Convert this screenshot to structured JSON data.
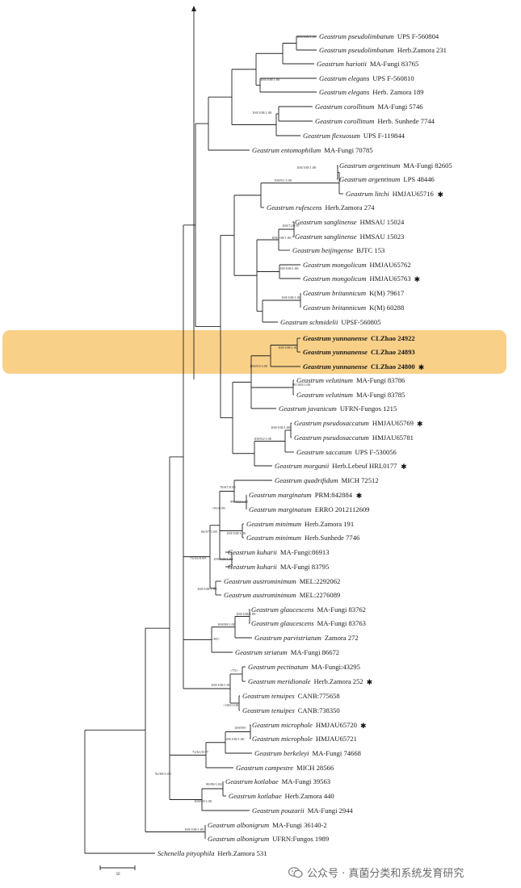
{
  "title": "",
  "scale_bar_label": "50",
  "watermark": {
    "text": "公众号 · 真菌分类和系统发育研究",
    "icon": "wechat-icon"
  },
  "highlight_color": "#f7c873",
  "taxa": [
    {
      "id": "t1",
      "species": "Geastrum pseudolimbatum",
      "voucher": "UPS F-560804"
    },
    {
      "id": "t2",
      "species": "Geastrum pseudolimbatum",
      "voucher": "Herb.Zamora 231"
    },
    {
      "id": "t3",
      "species": "Geastrum hariotii",
      "voucher": "MA-Fungi  83765"
    },
    {
      "id": "t4",
      "species": "Geastrum elegans",
      "voucher": "UPS F-560810"
    },
    {
      "id": "t5",
      "species": "Geastrum elegans",
      "voucher": "Herb. Zamora 189"
    },
    {
      "id": "t6",
      "species": "Geastrum corollinum",
      "voucher": "MA-Fungi 5746"
    },
    {
      "id": "t7",
      "species": "Geastrum corollinum",
      "voucher": "Herb. Sunhede 7744"
    },
    {
      "id": "t8",
      "species": "Geastrum flexuosum",
      "voucher": "UPS F-119844"
    },
    {
      "id": "t9",
      "species": "Geastrum entomophilum",
      "voucher": "MA-Fungi 70785"
    },
    {
      "id": "t10",
      "species": "Geastrum argentinum",
      "voucher": "MA-Fungi 82605"
    },
    {
      "id": "t11",
      "species": "Geastrum argentinum",
      "voucher": "LPS 48446"
    },
    {
      "id": "t12",
      "species": "Geastrum litchi",
      "voucher": "HMJAU65716",
      "star": true
    },
    {
      "id": "t13",
      "species": "Geastrum rufescens",
      "voucher": "Herb.Zamora 274"
    },
    {
      "id": "t14",
      "species": "Geastrum sanglinense",
      "voucher": "HMSAU 15024"
    },
    {
      "id": "t15",
      "species": "Geastrum sanglinense",
      "voucher": "HMSAU 15023"
    },
    {
      "id": "t16",
      "species": "Geastrum beijingense",
      "voucher": "BJTC 153"
    },
    {
      "id": "t17",
      "species": "Geastrum mongolicum",
      "voucher": "HMJAU65762"
    },
    {
      "id": "t18",
      "species": "Geastrum mongolicum",
      "voucher": "HMJAU65763",
      "star": true
    },
    {
      "id": "t19",
      "species": "Geastrum britannicum",
      "voucher": "K(M) 79617"
    },
    {
      "id": "t20",
      "species": "Geastrum britannicum",
      "voucher": "K(M) 60288"
    },
    {
      "id": "t21",
      "species": "Geastrum schmidelii",
      "voucher": "UPSF-560805"
    },
    {
      "id": "t22",
      "species": "Geastrum yunnanense",
      "voucher": "CLZhao 24922",
      "bold": true
    },
    {
      "id": "t23",
      "species": "Geastrum yunnanense",
      "voucher": "CLZhao 24893",
      "bold": true
    },
    {
      "id": "t24",
      "species": "Geastrum yunnanense",
      "voucher": "CLZhao 24800",
      "bold": true,
      "star": true
    },
    {
      "id": "t25",
      "species": "Geastrum velutinum",
      "voucher": "MA-Fungi 83786"
    },
    {
      "id": "t26",
      "species": "Geastrum velutinum",
      "voucher": "MA-Fungi 83785"
    },
    {
      "id": "t27",
      "species": "Geastrum javanicum",
      "voucher": "UFRN-Fungos 1215"
    },
    {
      "id": "t28",
      "species": "Geastrum pseudosaccatum",
      "voucher": "HMJAU65769",
      "star": true
    },
    {
      "id": "t29",
      "species": "Geastrum pseudosaccatum",
      "voucher": "HMJAU65781"
    },
    {
      "id": "t30",
      "species": "Geastrum saccatum",
      "voucher": "UPS F-530056"
    },
    {
      "id": "t31",
      "species": "Geastrum morganii",
      "voucher": "Herb.Lebeuf HRL0177",
      "star": true
    },
    {
      "id": "t32",
      "species": "Geastrum quadrifidum",
      "voucher": "MICH 72512"
    },
    {
      "id": "t33",
      "species": "Geastrum marginatum",
      "voucher": "PRM:842884",
      "star": true
    },
    {
      "id": "t34",
      "species": "Geastrum marginatum",
      "voucher": "ERRO 2012112609"
    },
    {
      "id": "t35",
      "species": "Geastrum minimum",
      "voucher": "Herb.Zamora 191"
    },
    {
      "id": "t36",
      "species": "Geastrum minimum",
      "voucher": "Herb.Sunhede 7746"
    },
    {
      "id": "t37",
      "species": "Geastrum kuharii",
      "voucher": "MA-Fungi:86913"
    },
    {
      "id": "t38",
      "species": "Geastrum kuharii",
      "voucher": "MA-Fungi 83795"
    },
    {
      "id": "t39",
      "species": "Geastrum austrominimum",
      "voucher": "MEL:2292062"
    },
    {
      "id": "t40",
      "species": "Geastrum austrominimum",
      "voucher": "MEL:2276089"
    },
    {
      "id": "t41",
      "species": "Geastrum glaucescens",
      "voucher": "MA-Fungi 83762"
    },
    {
      "id": "t42",
      "species": "Geastrum glaucescens",
      "voucher": "MA-Fungi 83763"
    },
    {
      "id": "t43",
      "species": "Geastrum parvistriatum",
      "voucher": "Zamora 272"
    },
    {
      "id": "t44",
      "species": "Geastrum striatum",
      "voucher": "MA-Fungi 86672"
    },
    {
      "id": "t45",
      "species": "Geastrum pectinatum",
      "voucher": "MA-Fungi:43295"
    },
    {
      "id": "t46",
      "species": "Geastrum meridionale",
      "voucher": "Herb.Zamora 252",
      "star": true
    },
    {
      "id": "t47",
      "species": "Geastrum tenuipes",
      "voucher": "CANB:775658"
    },
    {
      "id": "t48",
      "species": "Geastrum tenuipes",
      "voucher": "CANB:738350"
    },
    {
      "id": "t49",
      "species": "Geastrum microphole",
      "voucher": "HMJAU65720",
      "star": true
    },
    {
      "id": "t50",
      "species": "Geastrum microphole",
      "voucher": "HMJAU65721"
    },
    {
      "id": "t51",
      "species": "Geastrum berkeleyi",
      "voucher": "MA-Fungi 74668"
    },
    {
      "id": "t52",
      "species": "Geastrum campestre",
      "voucher": "MICH 28566"
    },
    {
      "id": "t53",
      "species": "Geastrum kotlabae",
      "voucher": "MA-Fungi 39563"
    },
    {
      "id": "t54",
      "species": "Geastrum kotlabae",
      "voucher": "Herb.Zamora 440"
    },
    {
      "id": "t55",
      "species": "Geastrum pouzarii",
      "voucher": "MA-Fungi 2944"
    },
    {
      "id": "t56",
      "species": "Geastrum albonigrum",
      "voucher": "MA-Fungi 36140-2"
    },
    {
      "id": "t57",
      "species": "Geastrum albonigrum",
      "voucher": "UFRN:Fungos 1989"
    },
    {
      "id": "t58",
      "species": "Schenella pityophila",
      "voucher": "Herb.Zamora 531"
    }
  ],
  "support_labels": [
    {
      "id": "s1",
      "text": "100/100/1.00"
    },
    {
      "id": "s2",
      "text": "100/100/1.00"
    },
    {
      "id": "s3",
      "text": "100/100/1.00"
    },
    {
      "id": "s4",
      "text": "100/100/1.00"
    },
    {
      "id": "s5",
      "text": "100/91/1.00"
    },
    {
      "id": "s6",
      "text": "100/72/0.97"
    },
    {
      "id": "s7",
      "text": "100/100/1.00"
    },
    {
      "id": "s8",
      "text": "100/100/1.00"
    },
    {
      "id": "s9",
      "text": "100/100/1.00"
    },
    {
      "id": "s10",
      "text": "100/100/1.00"
    },
    {
      "id": "s11",
      "text": "100/93/1.00"
    },
    {
      "id": "s12",
      "text": "99/100/1.00"
    },
    {
      "id": "s13",
      "text": "100/100/1.00"
    },
    {
      "id": "s14",
      "text": "100/92/1.00"
    },
    {
      "id": "s15",
      "text": "78/67/0.95"
    },
    {
      "id": "s16",
      "text": "-/91/0.99"
    },
    {
      "id": "s17",
      "text": "99/100/1.00"
    },
    {
      "id": "s18",
      "text": "66/57/1.00"
    },
    {
      "id": "s19",
      "text": "100/100/1.00"
    },
    {
      "id": "s20",
      "text": "73/55/0.99"
    },
    {
      "id": "s21",
      "text": "100/100/1.00"
    },
    {
      "id": "s22",
      "text": "100/100/1.00"
    },
    {
      "id": "s23",
      "text": "100/100/1.00"
    },
    {
      "id": "s24",
      "text": "100/98/1.00"
    },
    {
      "id": "s25",
      "text": "-/85/-"
    },
    {
      "id": "s26",
      "text": "-/75/-"
    },
    {
      "id": "s27",
      "text": "100/100/1.00"
    },
    {
      "id": "s28",
      "text": "-/100/1.00"
    },
    {
      "id": "s29",
      "text": "100/99/-"
    },
    {
      "id": "s30",
      "text": "100/100/1.00"
    },
    {
      "id": "s31",
      "text": "72/61/0.97"
    },
    {
      "id": "s32",
      "text": "99/99/1.00"
    },
    {
      "id": "s33",
      "text": "100/98/1.00"
    },
    {
      "id": "s34",
      "text": "92/69/1.00"
    },
    {
      "id": "s35",
      "text": "100/100/1.00"
    }
  ]
}
